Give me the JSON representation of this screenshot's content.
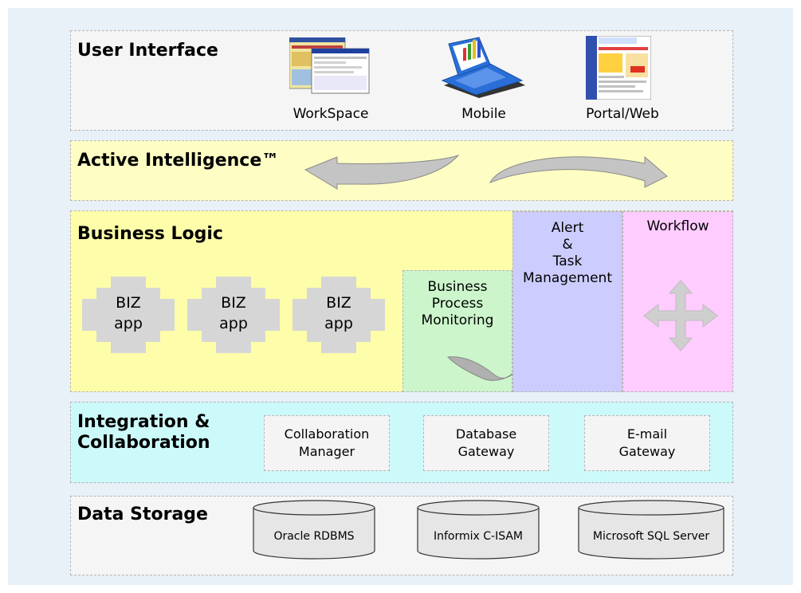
{
  "layers": {
    "user_interface": {
      "title": "User Interface",
      "items": [
        "WorkSpace",
        "Mobile",
        "Portal/Web"
      ]
    },
    "active_intelligence": {
      "title": "Active Intelligence™"
    },
    "business_logic": {
      "title": "Business Logic",
      "biz_apps": [
        {
          "line1": "BIZ",
          "line2": "app"
        },
        {
          "line1": "BIZ",
          "line2": "app"
        },
        {
          "line1": "BIZ",
          "line2": "app"
        }
      ],
      "bpm": [
        "Business",
        "Process",
        "Monitoring"
      ],
      "alert": [
        "Alert",
        "&",
        "Task",
        "Management"
      ],
      "workflow": "Workflow"
    },
    "integration": {
      "title_line1": "Integration &",
      "title_line2": "Collaboration",
      "boxes": [
        {
          "line1": "Collaboration",
          "line2": "Manager"
        },
        {
          "line1": "Database",
          "line2": "Gateway"
        },
        {
          "line1": "E-mail",
          "line2": "Gateway"
        }
      ]
    },
    "data_storage": {
      "title": "Data Storage",
      "databases": [
        "Oracle RDBMS",
        "Informix C-ISAM",
        "Microsoft SQL Server"
      ]
    }
  },
  "colors": {
    "background": "#e8f0f8",
    "user_interface": "#f5f5f5",
    "active_intelligence": "#fefec4",
    "business_logic": "#fefeaa",
    "bpm": "#ccf5cc",
    "alert": "#ccccff",
    "workflow": "#ffccff",
    "integration": "#ccfafa",
    "data_storage": "#f5f5f5"
  }
}
